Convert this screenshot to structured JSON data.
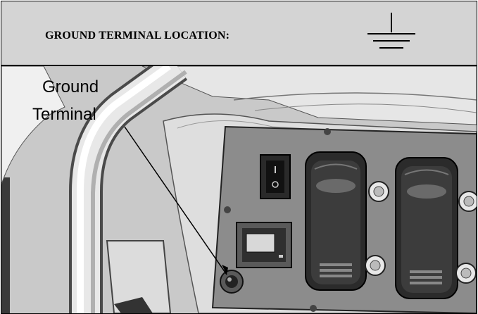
{
  "header": {
    "title": "GROUND TERMINAL LOCATION:",
    "symbol": "ground-symbol-icon"
  },
  "callout": {
    "line1": "Ground",
    "line2": "Terminal"
  },
  "colors": {
    "header_bg": "#d4d4d4",
    "panel_bg": "#8c8c8c",
    "frame_bg": "#c8c8c8"
  }
}
